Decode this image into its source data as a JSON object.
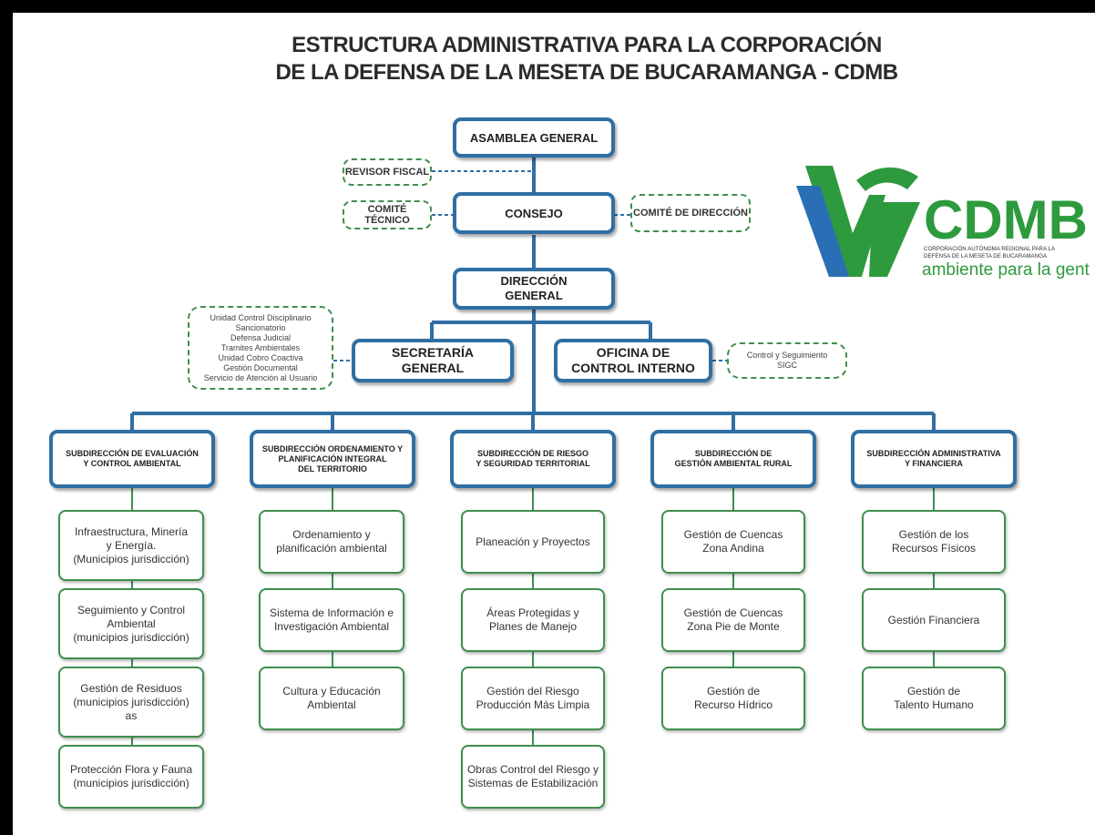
{
  "title": {
    "line1": "ESTRUCTURA ADMINISTRATIVA PARA LA CORPORACIÓN",
    "line2": "DE LA DEFENSA DE LA MESETA DE BUCARAMANGA - CDMB"
  },
  "top": {
    "asamblea": "ASAMBLEA GENERAL",
    "consejo": "CONSEJO",
    "direccion": "DIRECCIÓN\nGENERAL",
    "secretaria": "SECRETARÍA\nGENERAL",
    "oficina": "OFICINA DE\nCONTROL INTERNO"
  },
  "advisory": {
    "revisor": "REVISOR FISCAL",
    "comite_tecnico": "COMITÉ TÉCNICO",
    "comite_direccion": "COMITÉ DE DIRECCIÓN",
    "secretaria_units": "Unidad Control Disciplinario\nSancionatorio\nDefensa Judicial\nTramites Ambientales\nUnidad Cobro Coactiva\nGestión Documental\nServicio de Atención al Usuario",
    "oficina_units": "Control y Seguimiento\nSIGC"
  },
  "subdirecciones": [
    {
      "name": "SUBDIRECCIÓN DE EVALUACIÓN\nY CONTROL AMBIENTAL",
      "units": [
        "Infraestructura, Minería\ny Energía.\n(Municipios jurisdicción)",
        "Seguimiento y Control\nAmbiental\n(municipios jurisdicción)",
        "Gestión de Residuos\n(municipios jurisdicción)\nas",
        "Protección Flora y Fauna\n(municipios jurisdicción)"
      ]
    },
    {
      "name": "SUBDIRECCIÓN ORDENAMIENTO Y\nPLANIFICACIÓN INTEGRAL\nDEL TERRITORIO",
      "units": [
        "Ordenamiento y\nplanificación ambiental",
        "Sistema de Información e\nInvestigación Ambiental",
        "Cultura y Educación\nAmbiental"
      ]
    },
    {
      "name": "SUBDIRECCIÓN DE RIESGO\nY SEGURIDAD TERRITORIAL",
      "units": [
        "Planeación y Proyectos",
        "Áreas Protegidas y\nPlanes de Manejo",
        "Gestión del Riesgo\nProducción Más Limpia",
        "Obras Control del Riesgo y\nSistemas de Estabilización"
      ]
    },
    {
      "name": "SUBDIRECCIÓN DE\nGESTIÓN AMBIENTAL RURAL",
      "units": [
        "Gestión de Cuencas\nZona Andina",
        "Gestión de Cuencas\nZona Pie de Monte",
        "Gestión de\nRecurso Hídrico"
      ]
    },
    {
      "name": "SUBDIRECCIÓN ADMINISTRATIVA\nY FINANCIERA",
      "units": [
        "Gestión de los\nRecursos Físicos",
        "Gestión Financiera",
        "Gestión de\nTalento Humano"
      ]
    }
  ],
  "logo": {
    "brand": "CDMB",
    "line1": "CORPORACIÓN AUTÓNOMA REGIONAL PARA LA",
    "line2": "DEFENSA DE LA MESETA DE BUCARAMANGA",
    "slogan": "ambiente para la gente"
  },
  "colors": {
    "blue_border": "#2f6fa3",
    "green_border": "#3f8f4f",
    "logo_green": "#2e9a3e",
    "logo_blue": "#2a6fb5"
  }
}
